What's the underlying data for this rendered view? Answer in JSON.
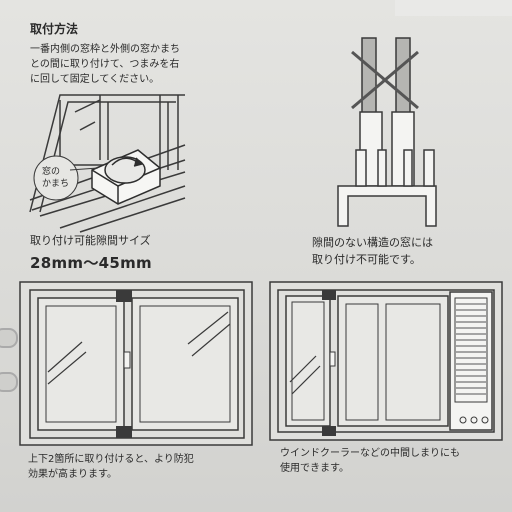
{
  "title": "取付方法",
  "instruction": [
    "一番内側の窓枠と外側の窓かまち",
    "との間に取り付けて、つまみを右",
    "に回して固定してください。"
  ],
  "callout_label": [
    "窓の",
    "かまち"
  ],
  "size_caption": "取り付け可能隙間サイズ",
  "size_value": "28mm〜45mm",
  "warning": [
    "隙間のない構造の窓には",
    "取り付け不可能です。"
  ],
  "caption_left": [
    "上下2箇所に取り付けると、より防犯",
    "効果が高まります。"
  ],
  "caption_right": [
    "ウインドクーラーなどの中間しまりにも",
    "使用できます。"
  ]
}
